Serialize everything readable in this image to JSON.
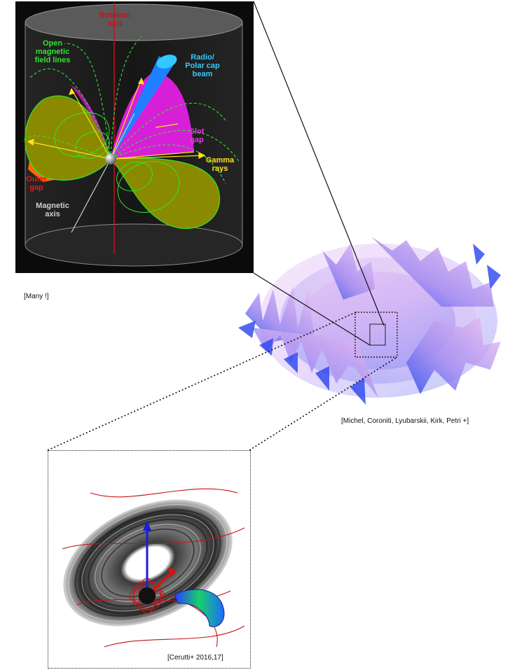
{
  "top_panel": {
    "labels": {
      "rotation_axis": "Rotation\naxis",
      "open_field_lines": "Open\nmagnetic\nfield lines",
      "radio_beam": "Radio/\nPolar cap\nbeam",
      "slot_gap": "Slot\ngap",
      "gamma_rays": "Gamma\nrays",
      "outer_gap": "Outer\ngap",
      "magnetic_axis": "Magnetic\naxis"
    },
    "label_colors": {
      "rotation_axis": "#c0141a",
      "open_field_lines": "#2ee62e",
      "radio_beam": "#33c8ff",
      "slot_gap": "#e23ce0",
      "gamma_rays": "#ffe21a",
      "outer_gap": "#e01a1a",
      "magnetic_axis": "#cfcfcf"
    },
    "citation": "[Many !]"
  },
  "middle_panel": {
    "citation": "[Michel, Coroniti, Lyubarskii, Kirk, Petri +]"
  },
  "bottom_panel": {
    "citation": "[Cerutti+ 2016,17]"
  }
}
